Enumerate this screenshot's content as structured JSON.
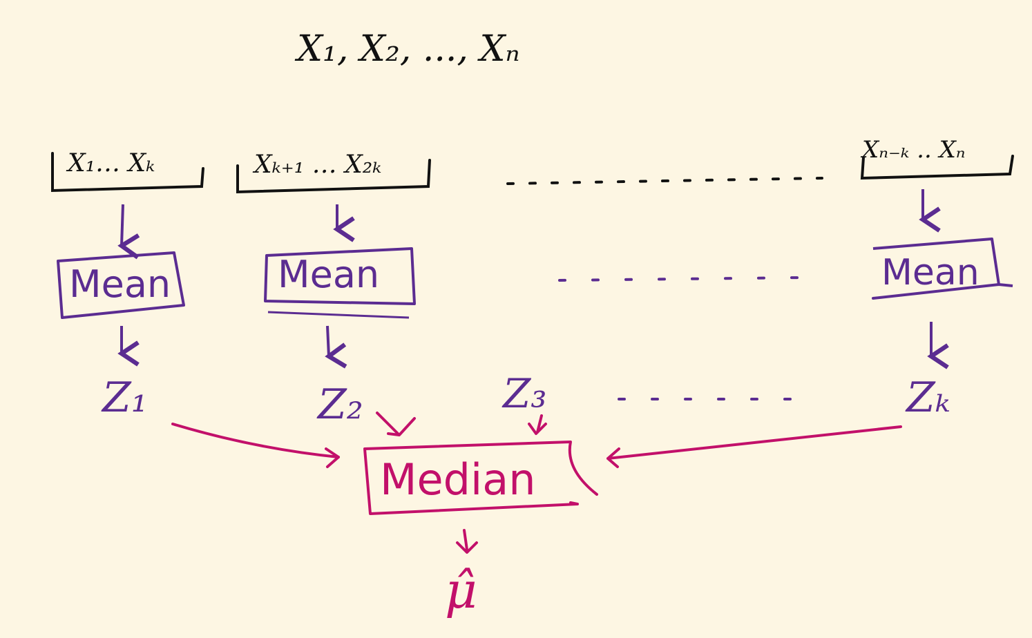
{
  "diagram": {
    "sequence_label": "X₁, X₂, ..., Xₙ",
    "groups": [
      {
        "label": "X₁… Xₖ",
        "box": "Mean",
        "output": "Z₁"
      },
      {
        "label": "Xₖ₊₁ … X₂ₖ",
        "box": "Mean",
        "output": "Z₂"
      },
      {
        "label": "Xₙ₋ₖ .. Xₙ",
        "box": "Mean",
        "output": "Zₖ"
      }
    ],
    "extra_output": "Z₃",
    "aggregator": "Median",
    "result": "μ̂"
  },
  "colors": {
    "background": "#fdf6e3",
    "input_ink": "#111111",
    "mean_ink": "#5b2c91",
    "median_ink": "#c2106a"
  }
}
